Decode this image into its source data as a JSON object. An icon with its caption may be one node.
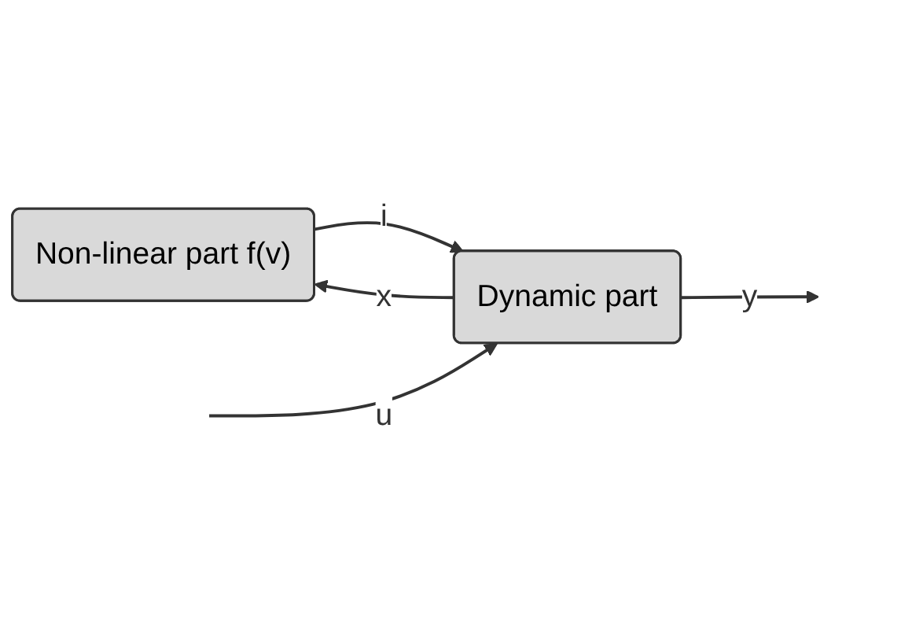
{
  "diagram": {
    "nodes": [
      {
        "text": [
          "Non-linear part f(v)"
        ]
      },
      {
        "text": [
          "Dynamic part"
        ]
      }
    ],
    "edges": [
      {
        "from": 0,
        "to": 1,
        "arrow": "to",
        "label": "i"
      },
      {
        "from": 1,
        "to": 0,
        "arrow": "to",
        "label": "x"
      },
      {
        "from": null,
        "to": 1,
        "arrow": "to",
        "label": "u"
      },
      {
        "from": 1,
        "to": null,
        "arrow": "to",
        "label": "y"
      }
    ]
  }
}
